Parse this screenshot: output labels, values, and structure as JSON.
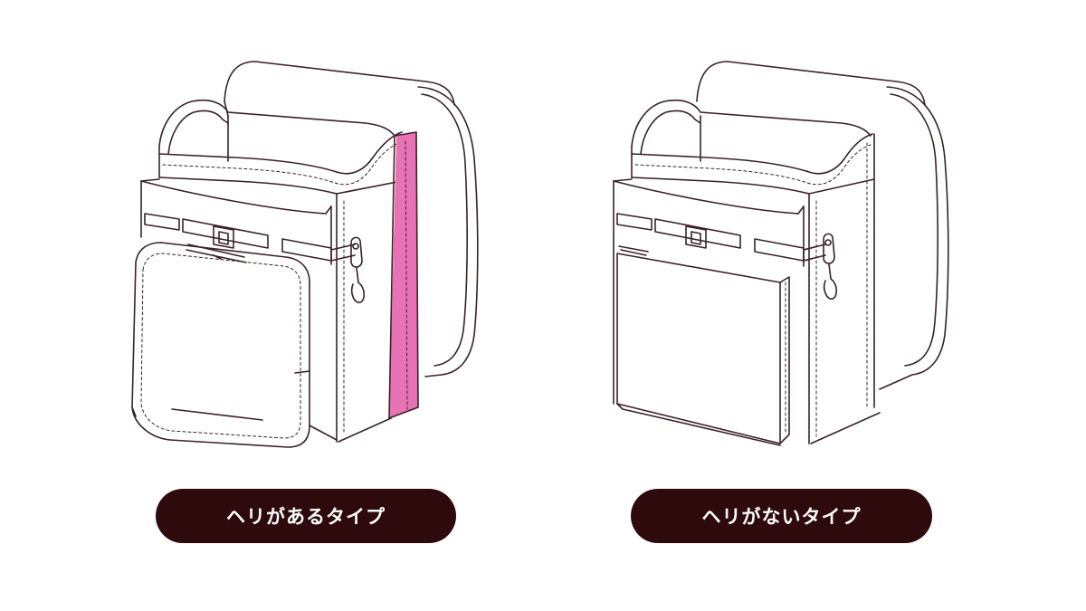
{
  "colors": {
    "outline": "#3a2226",
    "label_bg": "#2e0a0d",
    "label_text": "#ffffff",
    "edge_highlight": "#e772b5",
    "background": "#ffffff"
  },
  "figures": [
    {
      "id": "with-edge",
      "label": "ヘリがあるタイプ",
      "edge_highlighted": true
    },
    {
      "id": "without-edge",
      "label": "ヘリがないタイプ",
      "edge_highlighted": false
    }
  ]
}
